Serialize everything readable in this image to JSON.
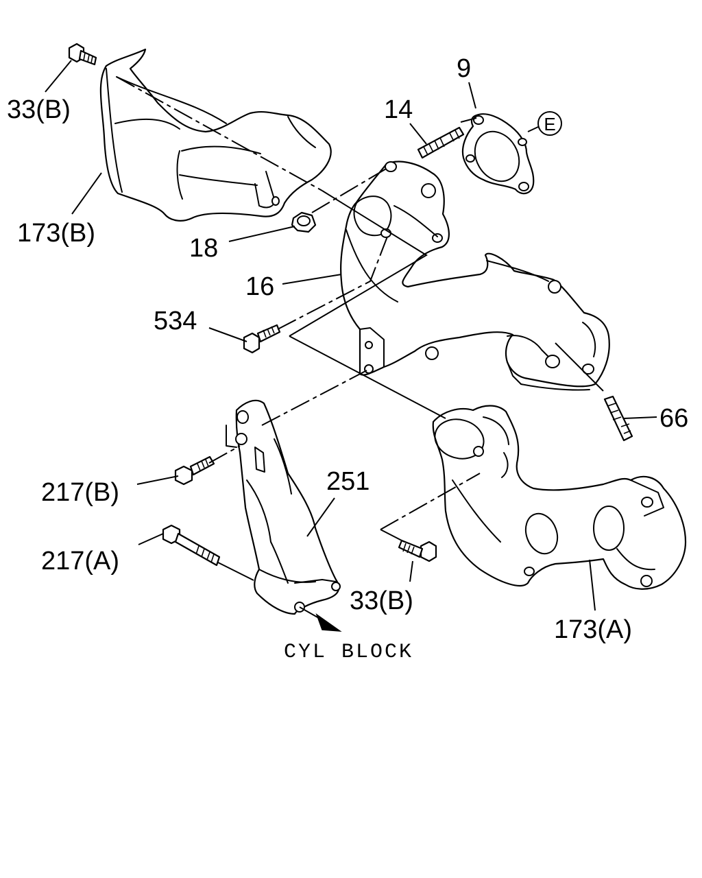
{
  "labels": {
    "l33b_top": "33(B)",
    "l173b": "173(B)",
    "l9": "9",
    "l14": "14",
    "lE": "E",
    "l18": "18",
    "l16": "16",
    "l534": "534",
    "l66": "66",
    "l217b": "217(B)",
    "l251": "251",
    "l217a": "217(A)",
    "l33b_bottom": "33(B)",
    "l173a": "173(A)",
    "cyl_block": "CYL BLOCK"
  }
}
